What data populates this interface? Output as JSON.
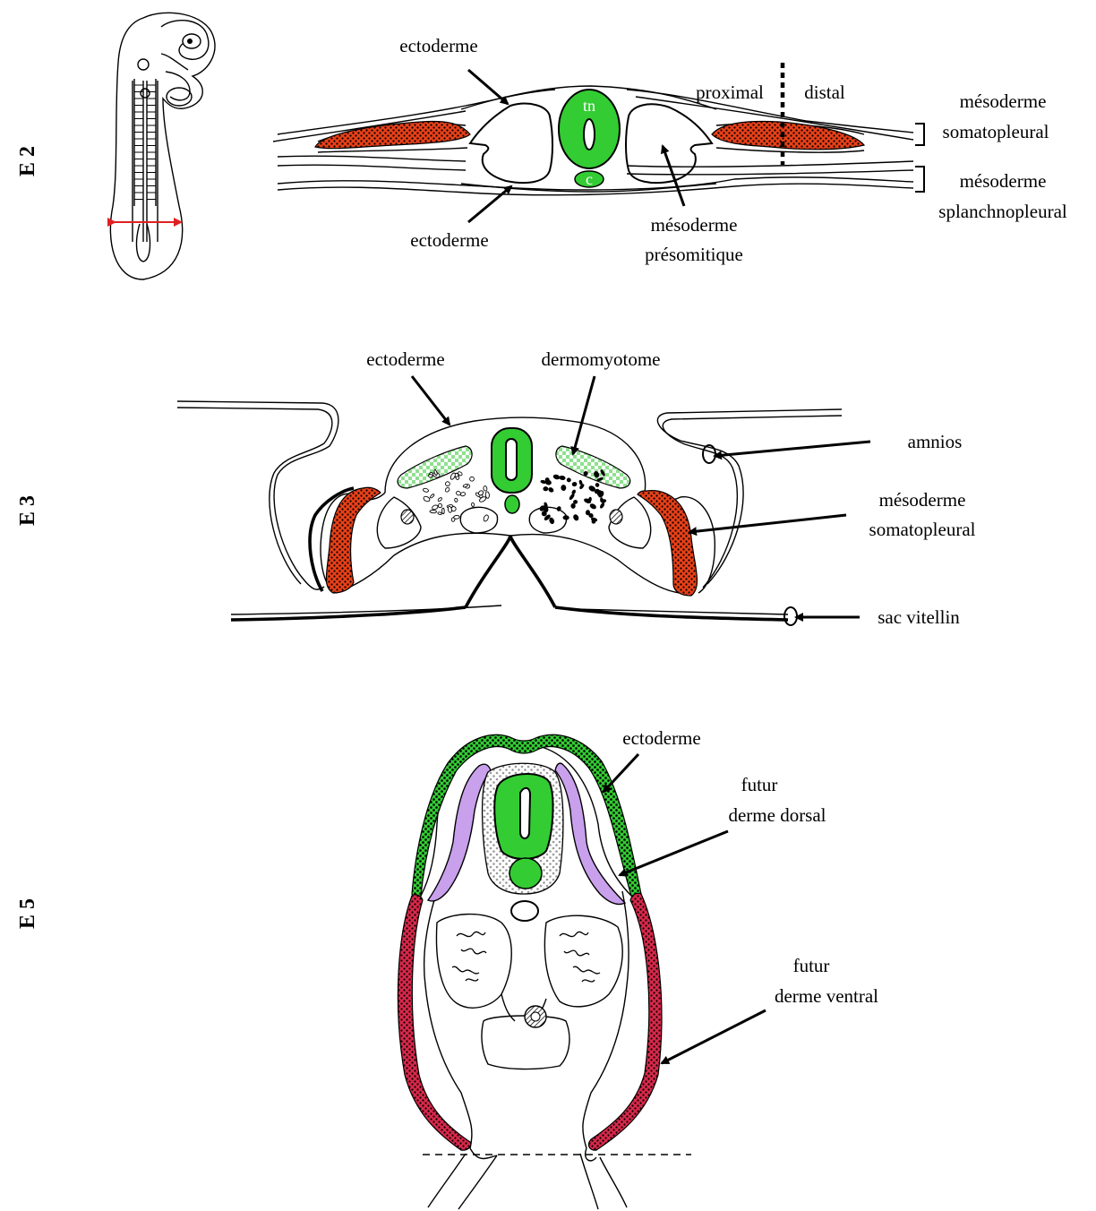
{
  "stages": {
    "e2": "E 2",
    "e3": "E 3",
    "e5": "E 5"
  },
  "e2": {
    "ectoderme_top": "ectoderme",
    "ectoderme_bottom": "ectoderme",
    "proximal": "proximal",
    "distal": "distal",
    "mesoderme_somato_1": "mésoderme",
    "mesoderme_somato_2": "somatopleural",
    "mesoderme_splanch_1": "mésoderme",
    "mesoderme_splanch_2": "splanchnopleural",
    "mesoderme_presom_1": "mésoderme",
    "mesoderme_presom_2": "présomitique",
    "tn": "tn",
    "c": "c"
  },
  "e3": {
    "ectoderme": "ectoderme",
    "dermomyotome": "dermomyotome",
    "amnios": "amnios",
    "mesoderme_somato_1": "mésoderme",
    "mesoderme_somato_2": "somatopleural",
    "sac_vitellin": "sac vitellin"
  },
  "e5": {
    "ectoderme": "ectoderme",
    "futur_dorsal_1": "futur",
    "futur_dorsal_2": "derme dorsal",
    "futur_ventral_1": "futur",
    "futur_ventral_2": "derme ventral"
  },
  "colors": {
    "green": "#33cc33",
    "red_orange": "#e84018",
    "crimson": "#d8284a",
    "lilac": "#c9a0ec",
    "arrow_red": "#e02020"
  }
}
